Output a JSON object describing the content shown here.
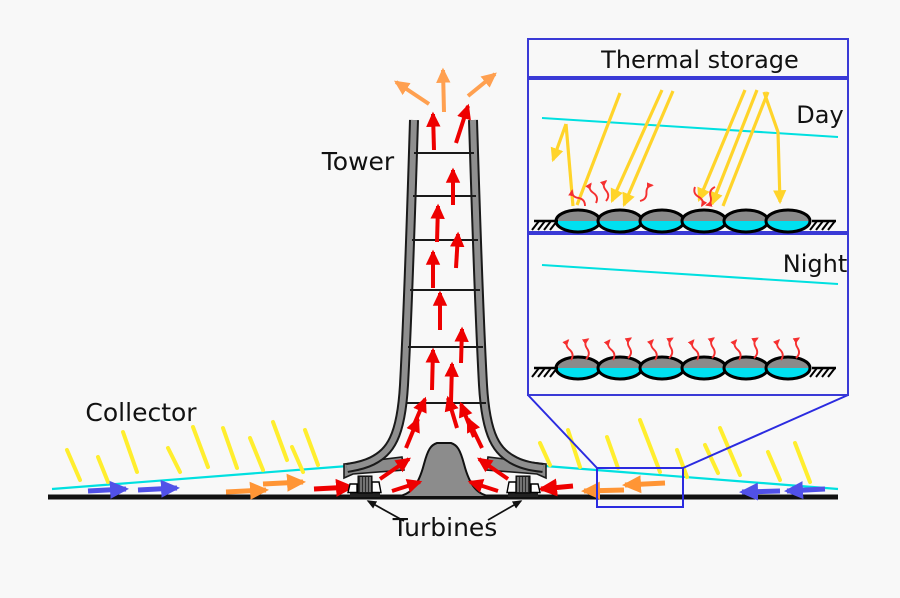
{
  "labels": {
    "title": "Thermal storage",
    "day": "Day",
    "night": "Night",
    "tower": "Tower",
    "collector": "Collector",
    "turbines": "Turbines"
  },
  "colors": {
    "background": "#f8f8f8",
    "inset_border": "#3a3ad6",
    "callout_blue": "#2b2be0",
    "glass_cyan": "#00e0e0",
    "sun_ray_yellow": "#ffee2e",
    "inset_ray_gold": "#ffd42a",
    "hot_air_red": "#ee0000",
    "warm_air_orange": "#ff9535",
    "exhaust_orange": "#ffa050",
    "cool_air_blue": "#5151e8",
    "structure_gray": "#8a8a8a",
    "water_cyan": "#00e0f0",
    "bladder_cover_gray": "#8a8a8a",
    "text_black": "#111111"
  }
}
